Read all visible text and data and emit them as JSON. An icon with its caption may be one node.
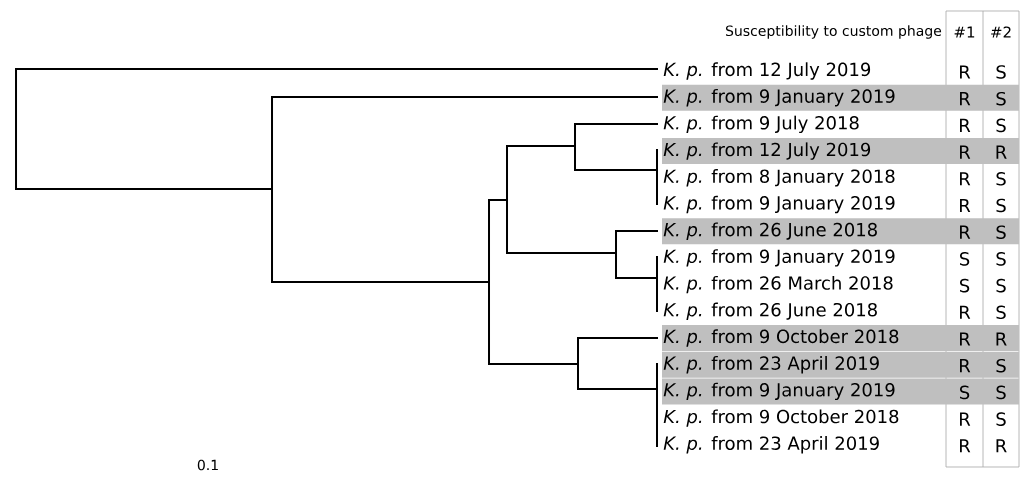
{
  "diagram": {
    "labels": [
      "Susceptibility to custom phage",
      "#1",
      "#2",
      "*K. p.* from 12 July 2019",
      "R",
      "S",
      "*K. p.* from 9 January 2019",
      "R",
      "S",
      "*K. p.* from 9 July 2018",
      "R",
      "S",
      "*K. p.* from 12 July 2019",
      "R",
      "R",
      "*K. p.* from 8 January 2018",
      "R",
      "S",
      "*K. p.* from 9 January 2019",
      "R",
      "S",
      "*K. p.* from 26 June 2018",
      "R",
      "S",
      "*K. p.* from 9 January 2019",
      "S",
      "S",
      "*K. p.* from 26 March 2018",
      "S",
      "S",
      "*K. p.* from 26 June 2018",
      "R",
      "S",
      "*K. p.* from 9 October 2018",
      "R",
      "R",
      "*K. p.* from 23 April 2019",
      "R",
      "S",
      "*K. p.* from 9 January 2019",
      "S",
      "S",
      "*K. p.* from 9 October 2018",
      "R",
      "S",
      "*K. p.* from 23 April 2019",
      "R",
      "R",
      "0.1"
    ]
  }
}
